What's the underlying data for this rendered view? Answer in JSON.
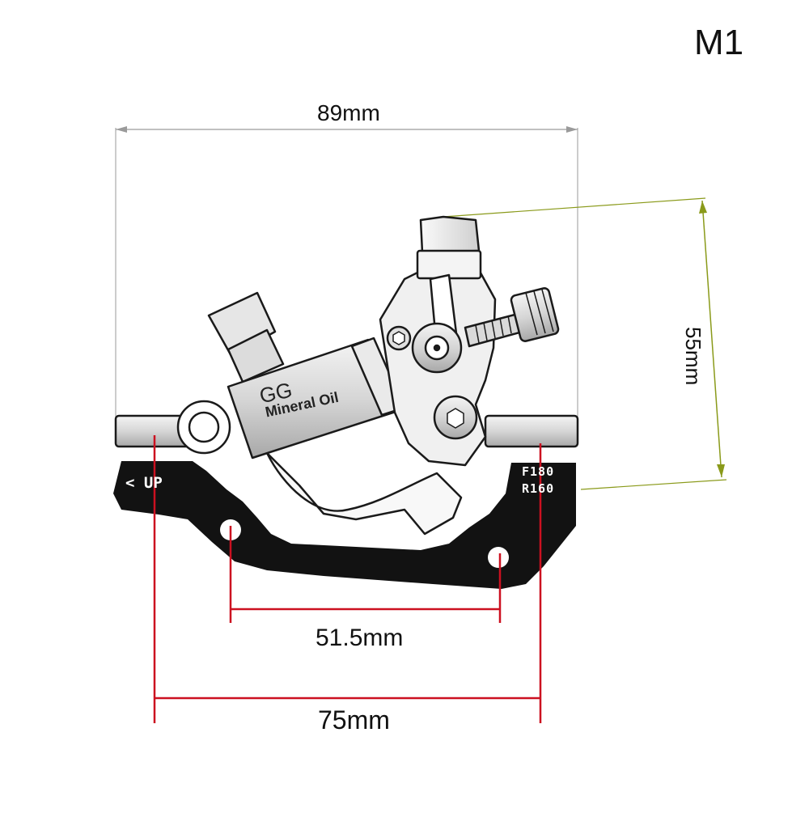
{
  "figure": {
    "model_label": "M1",
    "dimensions": {
      "overall_width": "89mm",
      "height": "55mm",
      "bolt_spacing": "51.5mm",
      "mount_width": "75mm"
    },
    "caliper_marking": {
      "logo": "GG",
      "text": "Mineral   Oil"
    },
    "adapter_marking": {
      "direction": "< UP",
      "front_rotor": "F180",
      "rear_rotor": "R160"
    },
    "colors": {
      "width_dim_line": "#9a9a9a",
      "height_dim_line": "#8a9a1a",
      "mount_dim_line": "#cc1020",
      "adapter": "#121212",
      "caliper_outline": "#1a1a1a"
    }
  }
}
